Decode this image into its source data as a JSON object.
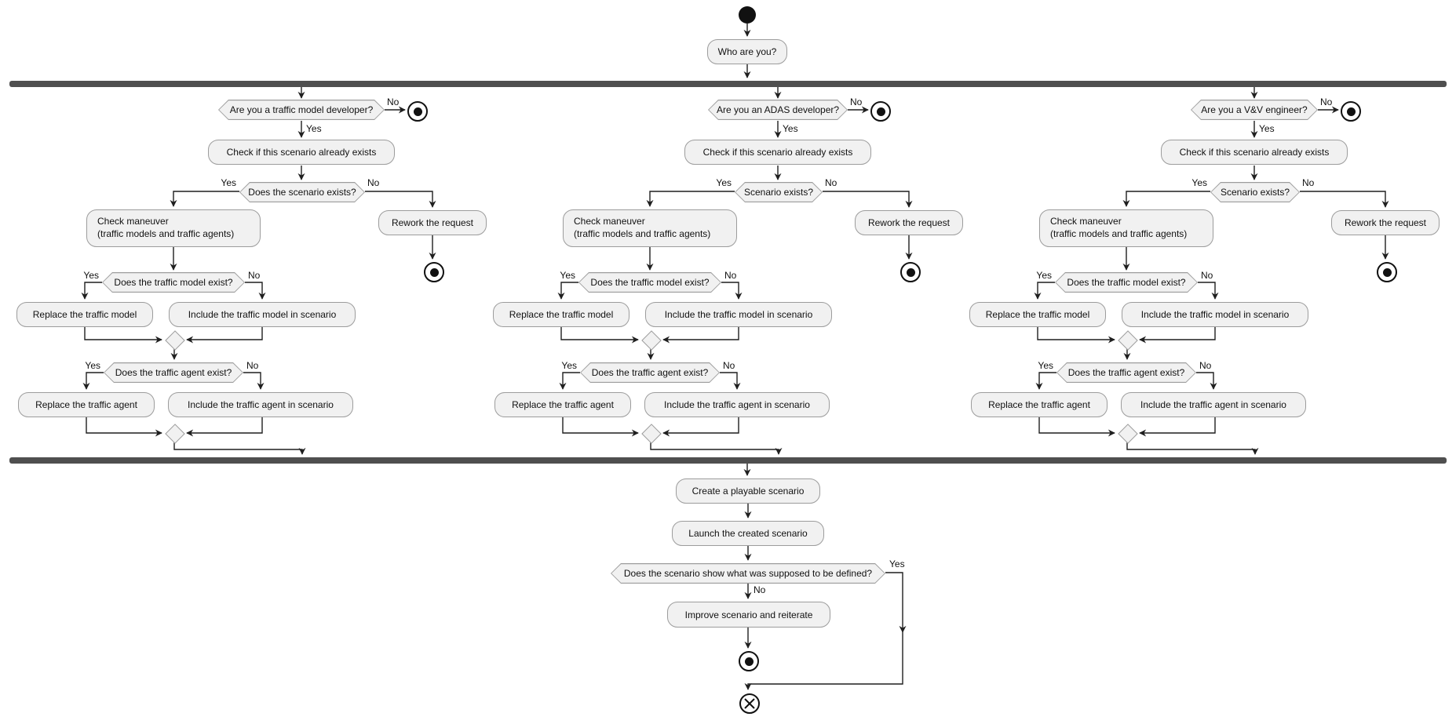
{
  "labels": {
    "yes": "Yes",
    "no": "No"
  },
  "main": {
    "who": "Who are you?",
    "create": "Create a playable scenario",
    "launch": "Launch the created scenario",
    "cond_show": "Does the scenario show what was supposed to be defined?",
    "improve": "Improve scenario and reiterate"
  },
  "branches": [
    {
      "cond_role": "Are you a traffic model developer?",
      "check_exists": "Check if this scenario already exists",
      "cond_scenario": "Does the scenario exists?",
      "check_maneuver": "Check maneuver\n(traffic models and traffic agents)",
      "rework": "Rework the request",
      "cond_model": "Does the traffic model exist?",
      "replace_model": "Replace the traffic model",
      "include_model": "Include the traffic model in scenario",
      "cond_agent": "Does the traffic agent exist?",
      "replace_agent": "Replace the traffic agent",
      "include_agent": "Include the traffic agent in scenario"
    },
    {
      "cond_role": "Are you an ADAS developer?",
      "check_exists": "Check if this scenario already exists",
      "cond_scenario": "Scenario exists?",
      "check_maneuver": "Check maneuver\n(traffic models and traffic agents)",
      "rework": "Rework the request",
      "cond_model": "Does the traffic model exist?",
      "replace_model": "Replace the traffic model",
      "include_model": "Include the traffic model in scenario",
      "cond_agent": "Does the traffic agent exist?",
      "replace_agent": "Replace the traffic agent",
      "include_agent": "Include the traffic agent in scenario"
    },
    {
      "cond_role": "Are you a V&V engineer?",
      "check_exists": "Check if this scenario already exists",
      "cond_scenario": "Scenario exists?",
      "check_maneuver": "Check maneuver\n(traffic models and traffic agents)",
      "rework": "Rework the request",
      "cond_model": "Does the traffic model exist?",
      "replace_model": "Replace the traffic model",
      "include_model": "Include the traffic model in scenario",
      "cond_agent": "Does the traffic agent exist?",
      "replace_agent": "Replace the traffic agent",
      "include_agent": "Include the traffic agent in scenario"
    }
  ],
  "colors": {
    "node_fill": "#f1f1f1",
    "node_border": "#9c9c9c",
    "bar": "#4f4f4f",
    "line": "#1f1f1f",
    "text": "#111111"
  }
}
